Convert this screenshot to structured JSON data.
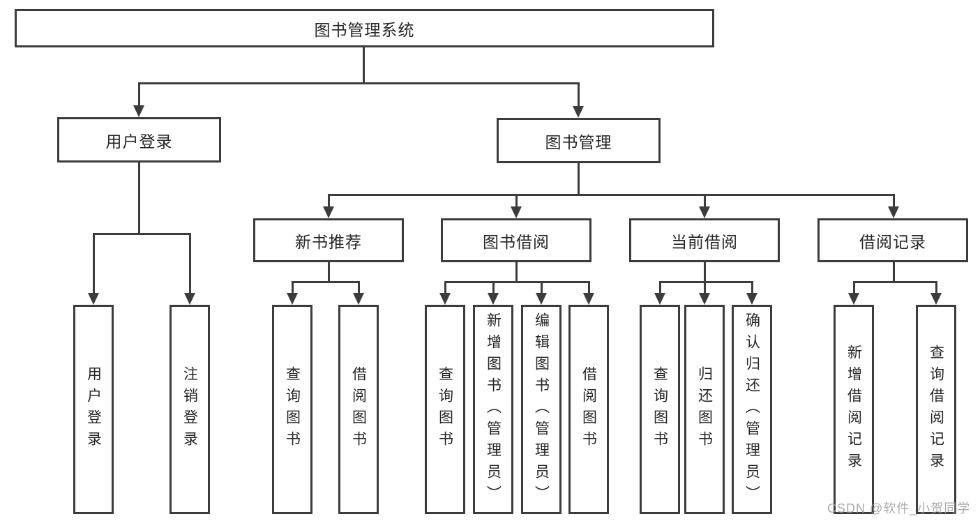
{
  "diagram": {
    "root": {
      "label": "图书管理系统"
    },
    "level2": [
      {
        "label": "用户登录",
        "parent": "图书管理系统"
      },
      {
        "label": "图书管理",
        "parent": "图书管理系统"
      }
    ],
    "level3": [
      {
        "label": "新书推荐",
        "parent": "图书管理"
      },
      {
        "label": "图书借阅",
        "parent": "图书管理"
      },
      {
        "label": "当前借阅",
        "parent": "图书管理"
      },
      {
        "label": "借阅记录",
        "parent": "图书管理"
      }
    ],
    "leaves": [
      {
        "label": "用户登录",
        "parent": "用户登录"
      },
      {
        "label": "注销登录",
        "parent": "用户登录"
      },
      {
        "label": "查询图书",
        "parent": "新书推荐"
      },
      {
        "label": "借阅图书",
        "parent": "新书推荐"
      },
      {
        "label": "查询图书",
        "parent": "图书借阅"
      },
      {
        "label": "新增图书（管理员）",
        "parent": "图书借阅"
      },
      {
        "label": "编辑图书（管理员）",
        "parent": "图书借阅"
      },
      {
        "label": "借阅图书",
        "parent": "图书借阅"
      },
      {
        "label": "查询图书",
        "parent": "当前借阅"
      },
      {
        "label": "归还图书",
        "parent": "当前借阅"
      },
      {
        "label": "确认归还（管理员）",
        "parent": "当前借阅"
      },
      {
        "label": "新增借阅记录",
        "parent": "借阅记录"
      },
      {
        "label": "查询借阅记录",
        "parent": "借阅记录"
      }
    ]
  },
  "watermark": "CSDN @软件_小贺同学",
  "colors": {
    "line": "#3c3c3c",
    "box_border": "#3c3c3c",
    "box_fill": "#ffffff",
    "text": "#262626",
    "watermark": "#9e9e9e"
  }
}
